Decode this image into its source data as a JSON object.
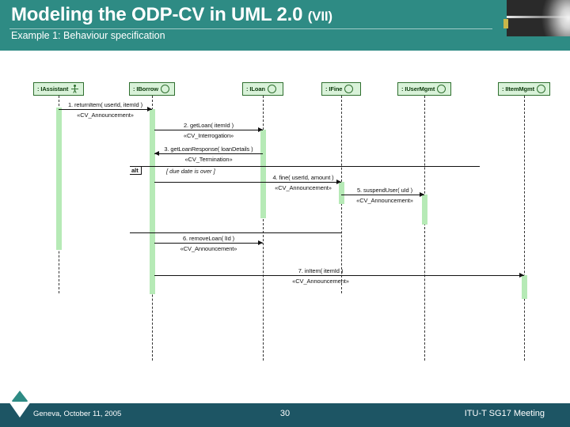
{
  "header": {
    "title_main": "Modeling the ODP-CV in UML 2.0",
    "title_suffix": "(VII)",
    "subtitle": "Example 1: Behaviour specification"
  },
  "diagram": {
    "type": "uml-sequence-diagram",
    "lifelines": [
      {
        "label": ": IAssistant",
        "icon": "actor-icon"
      },
      {
        "label": ": IBorrow",
        "icon": "interface-circle-icon"
      },
      {
        "label": ": ILoan",
        "icon": "interface-circle-icon"
      },
      {
        "label": ": IFine",
        "icon": "interface-circle-icon"
      },
      {
        "label": ": IUserMgmt",
        "icon": "interface-circle-icon"
      },
      {
        "label": ": IItemMgmt",
        "icon": "interface-circle-icon"
      }
    ],
    "messages": [
      {
        "num": "1.",
        "label": "1. returnItem( userId, itemId )",
        "stereotype": "«CV_Announcement»"
      },
      {
        "num": "2.",
        "label": "2. getLoan( itemId )",
        "stereotype": "«CV_Interrogation»"
      },
      {
        "num": "3.",
        "label": "3. getLoanResponse( loanDetails )",
        "stereotype": "«CV_Termination»"
      },
      {
        "num": "4.",
        "label": "4. fine( userId, amount )",
        "stereotype": "«CV_Announcement»"
      },
      {
        "num": "5.",
        "label": "5. suspendUser( uId )",
        "stereotype": "«CV_Announcement»"
      },
      {
        "num": "6.",
        "label": "6. removeLoan( lId )",
        "stereotype": "«CV_Announcement»"
      },
      {
        "num": "7.",
        "label": "7. inItem( itemId )",
        "stereotype": "«CV_Announcement»"
      }
    ],
    "fragment": {
      "operator": "alt",
      "guard": "[ due date is over ]"
    }
  },
  "footer": {
    "left": "Geneva, October 11, 2005",
    "page": "30",
    "right": "ITU-T SG17 Meeting"
  },
  "colors": {
    "header_teal": "#2e8b84",
    "footer_teal": "#1d5564",
    "lifeline_fill": "#d9f2d9",
    "activation_fill": "#b6eab6"
  }
}
